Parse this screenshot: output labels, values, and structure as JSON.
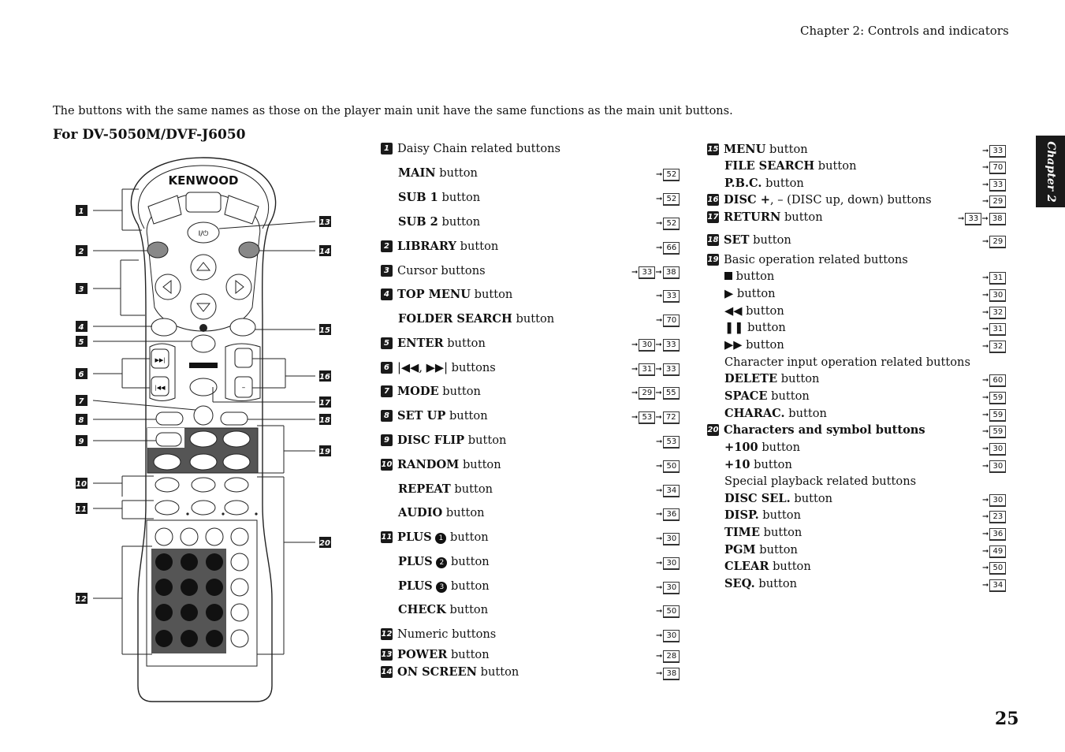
{
  "header": {
    "chapter_title": "Chapter 2: Controls and indicators",
    "side_tab": "Chapter 2",
    "page_number": "25"
  },
  "intro": "The buttons with the same names as those on the player main unit have the same functions as the main unit buttons.",
  "model_heading": "For DV-5050M/DVF-J6050",
  "remote": {
    "brand": "KENWOOD",
    "power_symbol": "I/⏻"
  },
  "col1": [
    {
      "num": "1",
      "bold": "",
      "text": "Daisy Chain related buttons",
      "refs": []
    },
    {
      "num": "",
      "bold": "MAIN",
      "text": " button",
      "refs": [
        "52"
      ]
    },
    {
      "num": "",
      "bold": "SUB 1",
      "text": " button",
      "refs": [
        "52"
      ]
    },
    {
      "num": "",
      "bold": "SUB 2",
      "text": " button",
      "refs": [
        "52"
      ]
    },
    {
      "num": "2",
      "bold": "LIBRARY",
      "text": " button",
      "refs": [
        "66"
      ]
    },
    {
      "num": "3",
      "bold": "",
      "text": "Cursor buttons",
      "refs": [
        "33",
        "38"
      ]
    },
    {
      "num": "4",
      "bold": "TOP MENU",
      "text": " button",
      "refs": [
        "33"
      ]
    },
    {
      "num": "",
      "bold": "FOLDER SEARCH",
      "text": " button",
      "refs": [
        "70"
      ]
    },
    {
      "num": "5",
      "bold": "ENTER",
      "text": " button",
      "refs": [
        "30",
        "33"
      ]
    },
    {
      "num": "6",
      "bold": "",
      "text": "|◀◀,  ▶▶| buttons",
      "refs": [
        "31",
        "33"
      ]
    },
    {
      "num": "7",
      "bold": "MODE",
      "text": " button",
      "refs": [
        "29",
        "55"
      ]
    },
    {
      "num": "8",
      "bold": "SET UP",
      "text": " button",
      "refs": [
        "53",
        "72"
      ]
    },
    {
      "num": "9",
      "bold": "DISC FLIP",
      "text": " button",
      "refs": [
        "53"
      ]
    },
    {
      "num": "10",
      "bold": "RANDOM",
      "text": " button",
      "refs": [
        "50"
      ]
    },
    {
      "num": "",
      "bold": "REPEAT",
      "text": " button",
      "refs": [
        "34"
      ]
    },
    {
      "num": "",
      "bold": "AUDIO",
      "text": " button",
      "refs": [
        "36"
      ]
    },
    {
      "num": "11",
      "bold": "PLUS",
      "circ": "1",
      "text": " button",
      "refs": [
        "30"
      ]
    },
    {
      "num": "",
      "bold": "PLUS",
      "circ": "2",
      "text": " button",
      "refs": [
        "30"
      ]
    },
    {
      "num": "",
      "bold": "PLUS",
      "circ": "3",
      "text": " button",
      "refs": [
        "30"
      ]
    },
    {
      "num": "",
      "bold": "CHECK",
      "text": " button",
      "refs": [
        "50"
      ]
    },
    {
      "num": "12",
      "bold": "",
      "text": "Numeric buttons",
      "refs": [
        "30"
      ]
    },
    {
      "num": "13",
      "bold": "POWER",
      "text": " button",
      "refs": [
        "28"
      ]
    },
    {
      "num": "14",
      "bold": "ON SCREEN",
      "text": " button",
      "refs": [
        "38"
      ]
    }
  ],
  "col2": [
    {
      "num": "15",
      "bold": "MENU",
      "text": " button",
      "refs": [
        "33"
      ]
    },
    {
      "num": "",
      "bold": "FILE SEARCH",
      "text": " button",
      "refs": [
        "70"
      ]
    },
    {
      "num": "",
      "bold": "P.B.C.",
      "text": " button",
      "refs": [
        "33"
      ]
    },
    {
      "num": "16",
      "bold": "DISC +",
      "text": ", – (DISC up, down) buttons",
      "refs": [
        "29"
      ]
    },
    {
      "num": "17",
      "bold": "RETURN",
      "text": " button",
      "refs": [
        "33",
        "38"
      ]
    },
    {
      "num": "18",
      "bold": "SET",
      "text": " button",
      "refs": [
        "29"
      ]
    },
    {
      "num": "19",
      "bold": "",
      "text": "Basic operation related buttons",
      "refs": []
    },
    {
      "num": "",
      "bold": "",
      "sym": "stop",
      "text": " button",
      "refs": [
        "31"
      ]
    },
    {
      "num": "",
      "bold": "",
      "text": "▶ button",
      "refs": [
        "30"
      ]
    },
    {
      "num": "",
      "bold": "",
      "text": "◀◀ button",
      "refs": [
        "32"
      ]
    },
    {
      "num": "",
      "bold": "",
      "text": "❚❚ button",
      "refs": [
        "31"
      ]
    },
    {
      "num": "",
      "bold": "",
      "text": "▶▶ button",
      "refs": [
        "32"
      ]
    },
    {
      "num": "",
      "bold": "",
      "text": "Character input operation related buttons",
      "refs": []
    },
    {
      "num": "",
      "bold": "DELETE",
      "text": " button",
      "refs": [
        "60"
      ]
    },
    {
      "num": "",
      "bold": "SPACE",
      "text": " button",
      "refs": [
        "59"
      ]
    },
    {
      "num": "",
      "bold": "CHARAC.",
      "text": " button",
      "refs": [
        "59"
      ]
    },
    {
      "num": "20",
      "bold": "Characters and symbol buttons",
      "text": "",
      "refs": [
        "59"
      ]
    },
    {
      "num": "",
      "bold": "+100",
      "text": " button",
      "refs": [
        "30"
      ]
    },
    {
      "num": "",
      "bold": "+10",
      "text": " button",
      "refs": [
        "30"
      ]
    },
    {
      "num": "",
      "bold": "",
      "text": "Special playback related buttons",
      "refs": []
    },
    {
      "num": "",
      "bold": "DISC SEL.",
      "text": " button",
      "refs": [
        "30"
      ]
    },
    {
      "num": "",
      "bold": "DISP.",
      "text": " button",
      "refs": [
        "23"
      ]
    },
    {
      "num": "",
      "bold": "TIME",
      "text": " button",
      "refs": [
        "36"
      ]
    },
    {
      "num": "",
      "bold": "PGM",
      "text": " button",
      "refs": [
        "49"
      ]
    },
    {
      "num": "",
      "bold": "CLEAR",
      "text": " button",
      "refs": [
        "50"
      ]
    },
    {
      "num": "",
      "bold": "SEQ.",
      "text": " button",
      "refs": [
        "34"
      ]
    }
  ]
}
